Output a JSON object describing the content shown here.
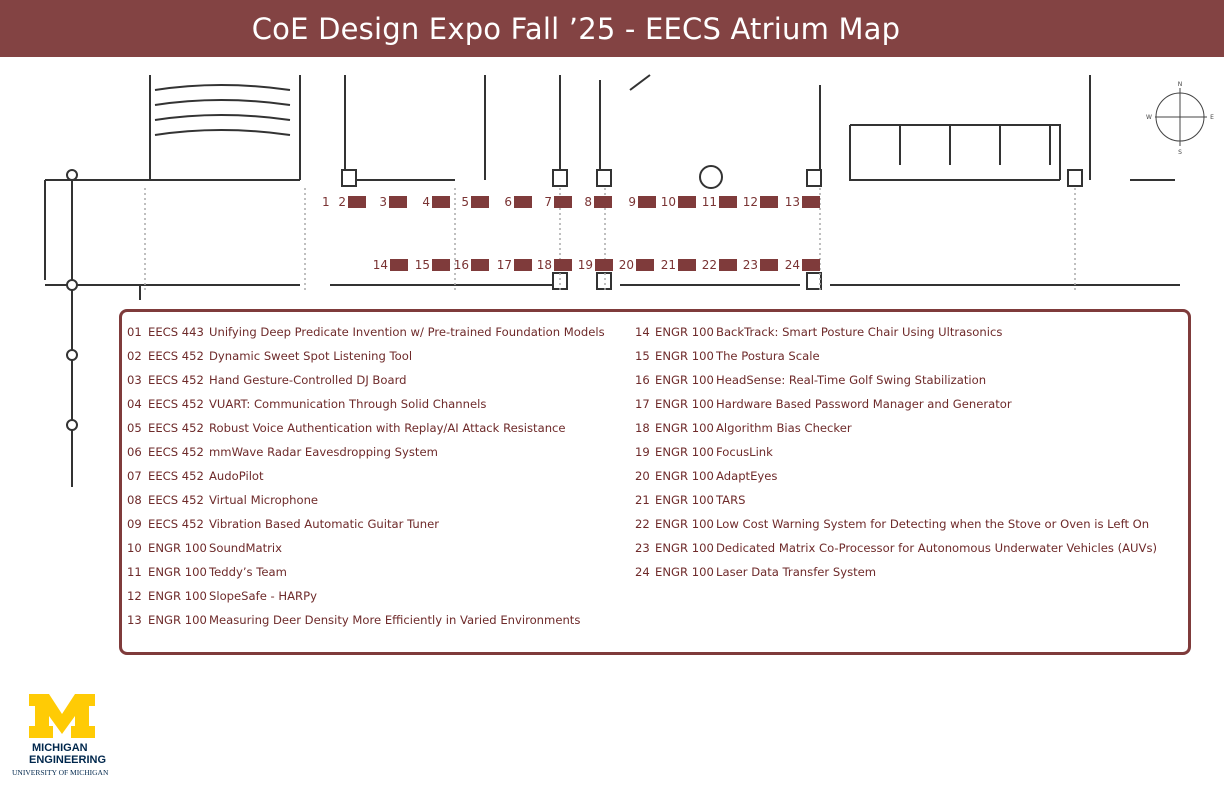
{
  "header": {
    "title": "CoE Design Expo Fall ’25 - EECS Atrium Map"
  },
  "compass": {
    "n": "N",
    "s": "S",
    "e": "E",
    "w": "W"
  },
  "booths": {
    "top": [
      "1",
      "2",
      "3",
      "4",
      "5",
      "6",
      "7",
      "8",
      "9",
      "10",
      "11",
      "12",
      "13"
    ],
    "bottom": [
      "14",
      "15",
      "16",
      "17",
      "18",
      "19",
      "20",
      "21",
      "22",
      "23",
      "24"
    ]
  },
  "legend": {
    "left": [
      {
        "num": "01",
        "course": "EECS 443",
        "title": "Unifying Deep Predicate Invention w/ Pre-trained Foundation Models"
      },
      {
        "num": "02",
        "course": "EECS 452",
        "title": "Dynamic Sweet Spot Listening Tool"
      },
      {
        "num": "03",
        "course": "EECS 452",
        "title": "Hand Gesture-Controlled DJ Board"
      },
      {
        "num": "04",
        "course": "EECS 452",
        "title": "VUART: Communication Through Solid Channels"
      },
      {
        "num": "05",
        "course": "EECS 452",
        "title": "Robust Voice Authentication with Replay/AI Attack Resistance"
      },
      {
        "num": "06",
        "course": "EECS 452",
        "title": "mmWave Radar Eavesdropping System"
      },
      {
        "num": "07",
        "course": "EECS 452",
        "title": "AudoPilot"
      },
      {
        "num": "08",
        "course": "EECS 452",
        "title": "Virtual Microphone"
      },
      {
        "num": "09",
        "course": "EECS 452",
        "title": "Vibration Based Automatic Guitar Tuner"
      },
      {
        "num": "10",
        "course": "ENGR 100",
        "title": "SoundMatrix"
      },
      {
        "num": "11",
        "course": "ENGR 100",
        "title": "Teddy’s Team"
      },
      {
        "num": "12",
        "course": "ENGR 100",
        "title": "SlopeSafe - HARPy"
      },
      {
        "num": "13",
        "course": "ENGR 100",
        "title": "Measuring Deer Density More Efficiently in Varied Environments"
      }
    ],
    "right": [
      {
        "num": "14",
        "course": "ENGR 100",
        "title": "BackTrack: Smart Posture Chair Using Ultrasonics"
      },
      {
        "num": "15",
        "course": "ENGR 100",
        "title": "The Postura Scale"
      },
      {
        "num": "16",
        "course": "ENGR 100",
        "title": "HeadSense: Real-Time Golf Swing Stabilization"
      },
      {
        "num": "17",
        "course": "ENGR 100",
        "title": "Hardware Based Password Manager and Generator"
      },
      {
        "num": "18",
        "course": "ENGR 100",
        "title": "Algorithm Bias Checker"
      },
      {
        "num": "19",
        "course": "ENGR 100",
        "title": "FocusLink"
      },
      {
        "num": "20",
        "course": "ENGR 100",
        "title": "AdaptEyes"
      },
      {
        "num": "21",
        "course": "ENGR 100",
        "title": "TARS"
      },
      {
        "num": "22",
        "course": "ENGR 100",
        "title": "Low Cost Warning System for Detecting when the Stove or Oven is Left On"
      },
      {
        "num": "23",
        "course": "ENGR 100",
        "title": "Dedicated Matrix Co-Processor for Autonomous Underwater Vehicles (AUVs)"
      },
      {
        "num": "24",
        "course": "ENGR 100",
        "title": "Laser Data Transfer System"
      }
    ]
  },
  "logo": {
    "line1": "MICHIGAN",
    "line2": "ENGINEERING",
    "line3": "UNIVERSITY OF MICHIGAN"
  },
  "colors": {
    "brand": "#834343",
    "booth": "#7f3b3b",
    "maize": "#FFCB05",
    "blue": "#00274C"
  }
}
